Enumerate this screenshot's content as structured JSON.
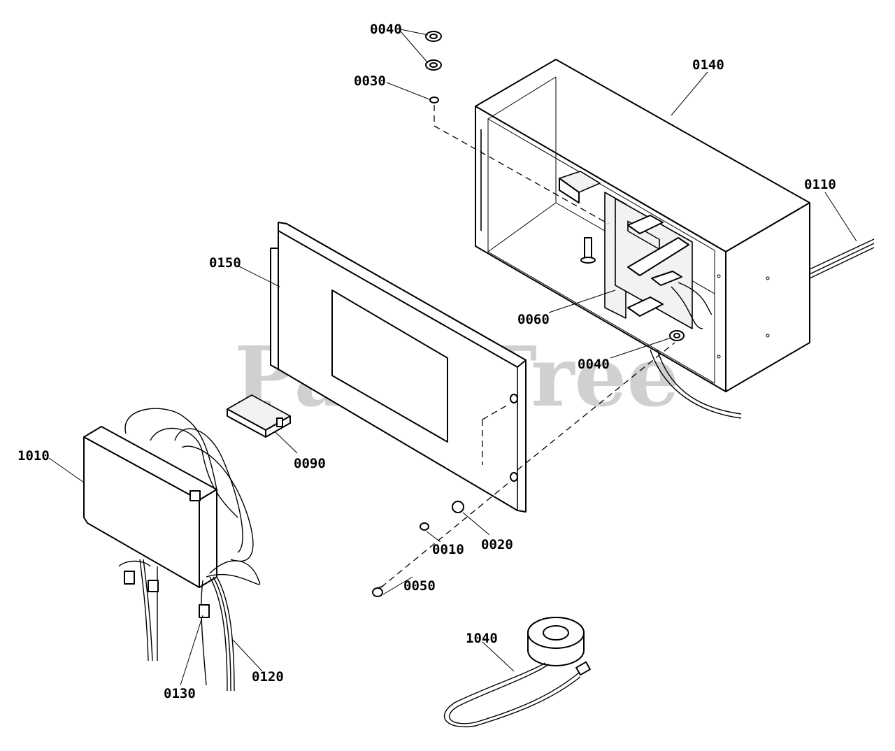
{
  "watermark": "PartsTree",
  "callouts": {
    "c0040_top": "0040",
    "c0030": "0030",
    "c0140": "0140",
    "c0110": "0110",
    "c0150": "0150",
    "c0060": "0060",
    "c0040_mid": "0040",
    "c0090": "0090",
    "c1010": "1010",
    "c0010": "0010",
    "c0020": "0020",
    "c0050": "0050",
    "c1040": "1040",
    "c0130": "0130",
    "c0120": "0120"
  }
}
